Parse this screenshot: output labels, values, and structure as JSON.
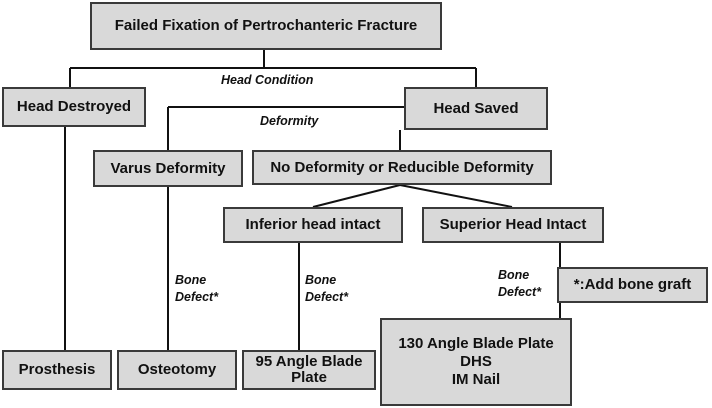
{
  "nodes": {
    "root": "Failed Fixation of Pertrochanteric Fracture",
    "head_destroyed": "Head Destroyed",
    "head_saved": "Head Saved",
    "varus_deformity": "Varus Deformity",
    "no_deformity": "No Deformity or Reducible Deformity",
    "inferior_head_intact": "Inferior head intact",
    "superior_head_intact": "Superior Head Intact",
    "bone_graft_note": "*:Add bone graft",
    "prosthesis": "Prosthesis",
    "osteotomy": "Osteotomy",
    "blade_95": "95 Angle Blade\nPlate",
    "blade_130": "130 Angle Blade Plate\nDHS\nIM Nail"
  },
  "labels": {
    "head_condition": "Head Condition",
    "deformity": "Deformity",
    "bone_defect_1": "Bone\nDefect*",
    "bone_defect_2": "Bone\nDefect*",
    "bone_defect_3": "Bone\nDefect*"
  },
  "colors": {
    "box_fill": "#d9d9d9",
    "box_border": "#3a3a3a",
    "line": "#111111"
  }
}
